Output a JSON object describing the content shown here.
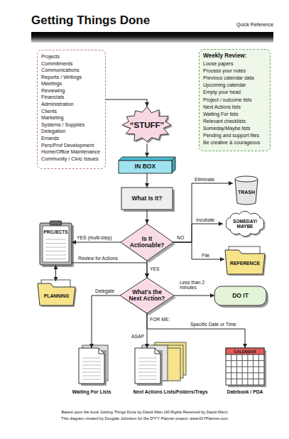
{
  "diagram": {
    "title": "Getting Things Done",
    "nodes": [
      {
        "text": [
          "Projects",
          "Commitments",
          "Communications",
          "Reports / Writings",
          "Meetings",
          "Reviewing",
          "Financials",
          "Administration",
          "Clients",
          "Marketing",
          "Systems / Supplies",
          "Delegation",
          "Errands",
          "Pers/Prof Development",
          "Home/Office Maintenance",
          "Community / Civic Issues"
        ]
      },
      {
        "text": [
          "Weekly Review:",
          "Loose papers",
          "Process your notes",
          "Previous calendar data",
          "Upcoming calendar",
          "Empty your head",
          "Project / outcome lists",
          "Next Actions lists",
          "Waiting For lists",
          "Relevant checklists",
          "Someday/Maybe lists",
          "Pending and support files",
          "Be creative & courageous"
        ]
      },
      {
        "text": [
          "“STUFF”"
        ]
      },
      {
        "text": [
          "IN BOX"
        ]
      },
      {
        "text": [
          "What Is It?"
        ]
      },
      {
        "text": [
          "Is It Actionable?"
        ]
      },
      {
        "text": [
          "TRASH"
        ]
      },
      {
        "text": [
          "SOMEDAY/ MAYBE"
        ]
      },
      {
        "text": [
          "REFERENCE"
        ]
      },
      {
        "text": [
          "PROJECTS"
        ]
      },
      {
        "text": [
          "PLANNING"
        ]
      },
      {
        "text": [
          "What's the Next Action?"
        ]
      },
      {
        "text": [
          "DO IT"
        ]
      },
      {
        "text": [
          "Waiting For Lists"
        ]
      },
      {
        "text": [
          "Next Actions Lists/Folders/Trays"
        ]
      },
      {
        "text": [
          "CALENDAR",
          "Datebook / PDA"
        ]
      }
    ],
    "edges": [
      {
        "from": 0,
        "to": 2,
        "arrow": "to"
      },
      {
        "from": 2,
        "to": 3,
        "arrow": "to"
      },
      {
        "from": 3,
        "to": 4,
        "arrow": "to"
      },
      {
        "from": 4,
        "to": 5,
        "arrow": "to"
      },
      {
        "from": 5,
        "to": 6,
        "label": "Eliminate",
        "arrow": "to"
      },
      {
        "from": 5,
        "to": 7,
        "label": "Incubate",
        "arrow": "to"
      },
      {
        "from": 5,
        "to": 8,
        "label": "File",
        "arrow": "to"
      },
      {
        "from": 5,
        "to": 9,
        "label": "YES (multi-step)",
        "arrow": "to"
      },
      {
        "from": 9,
        "to": 10,
        "arrow": "both"
      },
      {
        "from": 9,
        "to": 11,
        "label": "Review for Actions",
        "arrow": "to"
      },
      {
        "from": 5,
        "to": 11,
        "label": "YES",
        "arrow": "to"
      },
      {
        "from": 11,
        "to": 12,
        "label": "Less than 2 minutes",
        "arrow": "to"
      },
      {
        "from": 11,
        "to": 13,
        "label": "Delegate",
        "arrow": "to"
      },
      {
        "from": 11,
        "to": 14,
        "label": "ASAP",
        "arrow": "to"
      },
      {
        "from": 11,
        "to": 15,
        "label": "Specific Date or Time",
        "arrow": "to"
      }
    ],
    "labels": [
      "Quick Reference",
      "NO",
      "FOR ME:",
      "Based upon the book Getting Things Done by David Allen (All Rights Reserved by David Allen)",
      "This diagram created by Douglas Johnston for the D*I*Y Planner project: www.DIYPlanner.com"
    ]
  }
}
